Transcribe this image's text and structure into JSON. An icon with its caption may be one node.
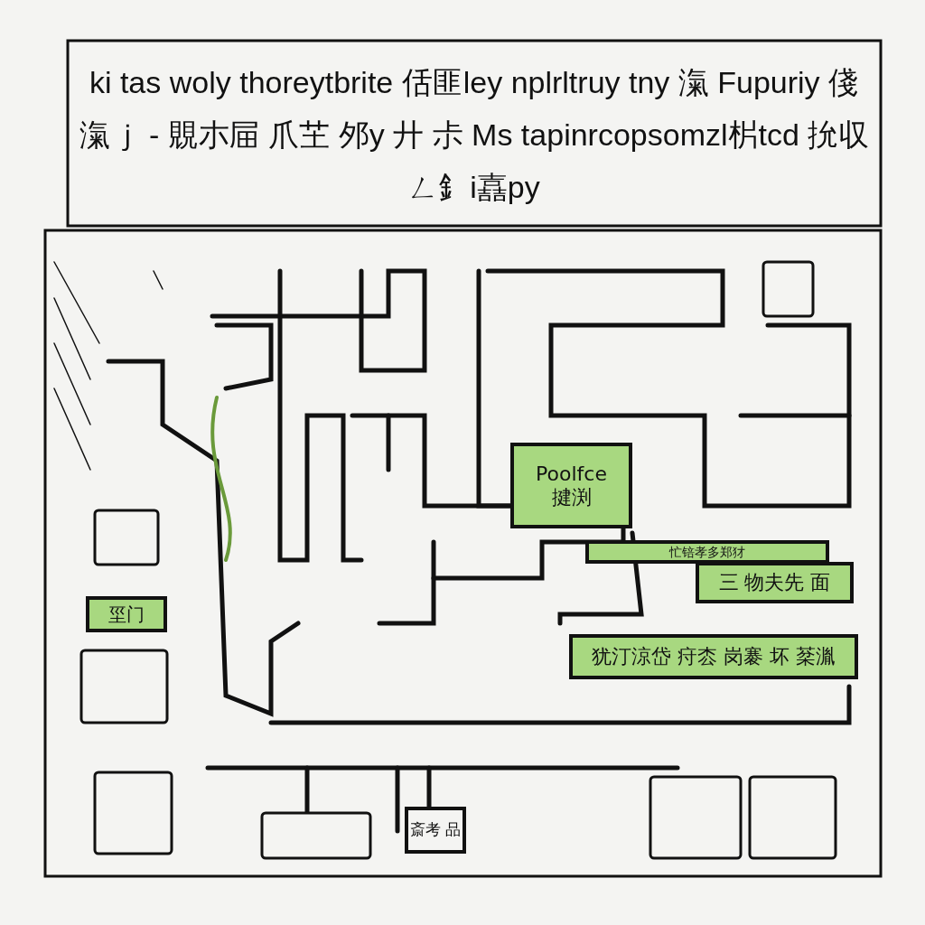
{
  "diagram": {
    "title": "ki tas woly thoreytbrite 佸匪ley nplrltruy tny 滊 Fupuriy 俴滊ｊ - 覞朩屇 爪芏 邜y 廾 尗 Ms tapinrcopsomzl㭊tcd 抁収ㄥ釒i嚞py",
    "nodes": [
      {
        "text": [
          "Poolfce",
          "揵渕"
        ]
      },
      {
        "text": [
          "忙锫孝多郑犲"
        ]
      },
      {
        "text": [
          "三 物夫先 面"
        ]
      },
      {
        "text": [
          "犹汀涼岱 疛枩 岗褰 坏 棻湚"
        ]
      },
      {
        "text": [
          "坙门"
        ]
      },
      {
        "text": [
          "斎考 品"
        ]
      }
    ]
  }
}
